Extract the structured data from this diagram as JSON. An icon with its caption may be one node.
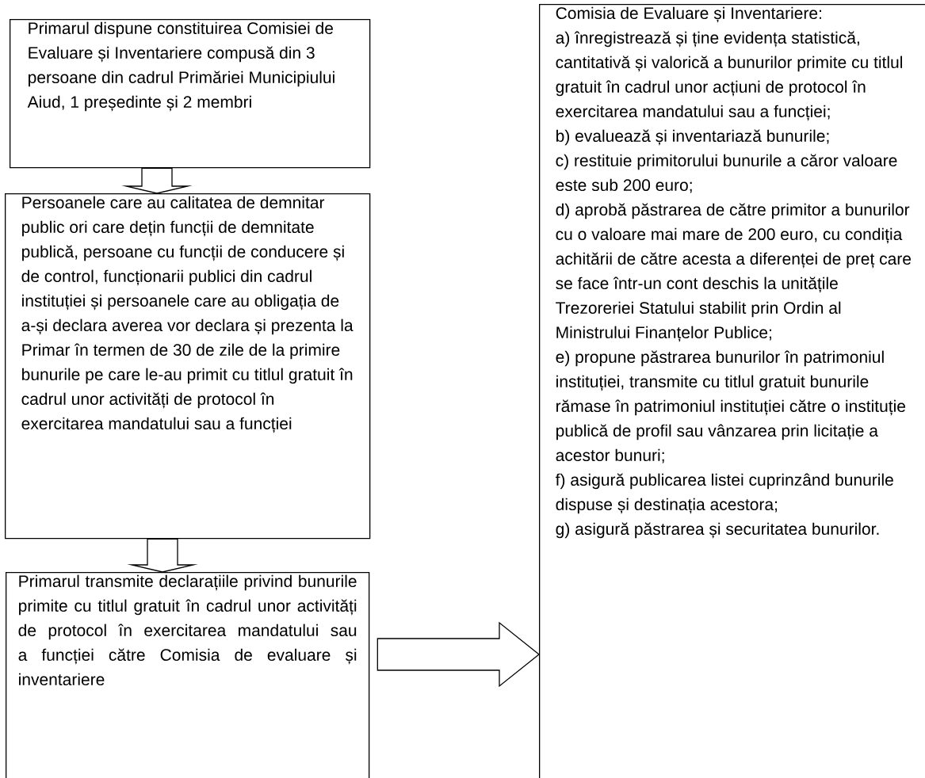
{
  "diagram": {
    "nodes": [
      {
        "text": [
          "Primarul dispune constituirea Comisiei de Evaluare și Inventariere compusă din 3 persoane din cadrul Primăriei Municipiului Aiud, 1 președinte și 2 membri"
        ]
      },
      {
        "text": [
          "Persoanele care au calitatea de demnitar public ori care dețin funcții de demnitate publică, persoane cu funcții de conducere și de control, funcționarii publici din cadrul instituției și persoanele care au obligația de a-și declara averea vor declara și prezenta la Primar în termen de 30 de zile de la primire bunurile pe care le-au primit cu titlul gratuit în cadrul unor activități de protocol în exercitarea mandatului sau a funcției"
        ]
      },
      {
        "text": [
          "Primarul transmite declarațiile privind bunurile primite cu titlul gratuit în cadrul unor activități de protocol în exercitarea mandatului sau a funcției către Comisia de evaluare și inventariere"
        ]
      },
      {
        "text": [
          "Comisia de Evaluare și Inventariere:",
          "a) înregistrează și ține evidența statistică, cantitativă și valorică a bunurilor primite cu titlul gratuit în cadrul unor acțiuni de protocol în exercitarea mandatului sau a funcției;",
          "b) evaluează și inventariază bunurile;",
          "c) restituie primitorului bunurile a căror valoare este sub 200 euro;",
          "d) aprobă păstrarea de către primitor a bunurilor cu o valoare mai mare de 200 euro, cu condiția achitării de către acesta a diferenței de preț care se face într-un cont deschis la unitățile Trezoreriei Statului stabilit prin Ordin al Ministrului Finanțelor Publice;",
          "e) propune păstrarea bunurilor în patrimoniul instituției, transmite cu titlul gratuit bunurile rămase în patrimoniul instituției către o instituție publică de profil sau vânzarea prin licitație a acestor bunuri;",
          "f) asigură publicarea listei cuprinzând bunurile dispuse și destinația acestora;",
          "g) asigură păstrarea și securitatea bunurilor."
        ]
      }
    ],
    "edges": [
      {
        "from": 0,
        "to": 1,
        "arrow": "to"
      },
      {
        "from": 1,
        "to": 2,
        "arrow": "to"
      },
      {
        "from": 2,
        "to": 3,
        "arrow": "to"
      }
    ]
  }
}
